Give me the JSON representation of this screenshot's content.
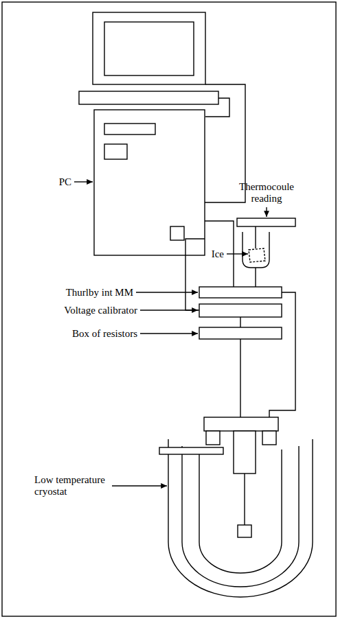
{
  "diagram": {
    "labels": [
      "Thermocoule reading",
      "Ice",
      "PC",
      "Thurlby int MM",
      "Voltage calibrator",
      "Box of resistors",
      "Low temperature cryostat"
    ]
  }
}
